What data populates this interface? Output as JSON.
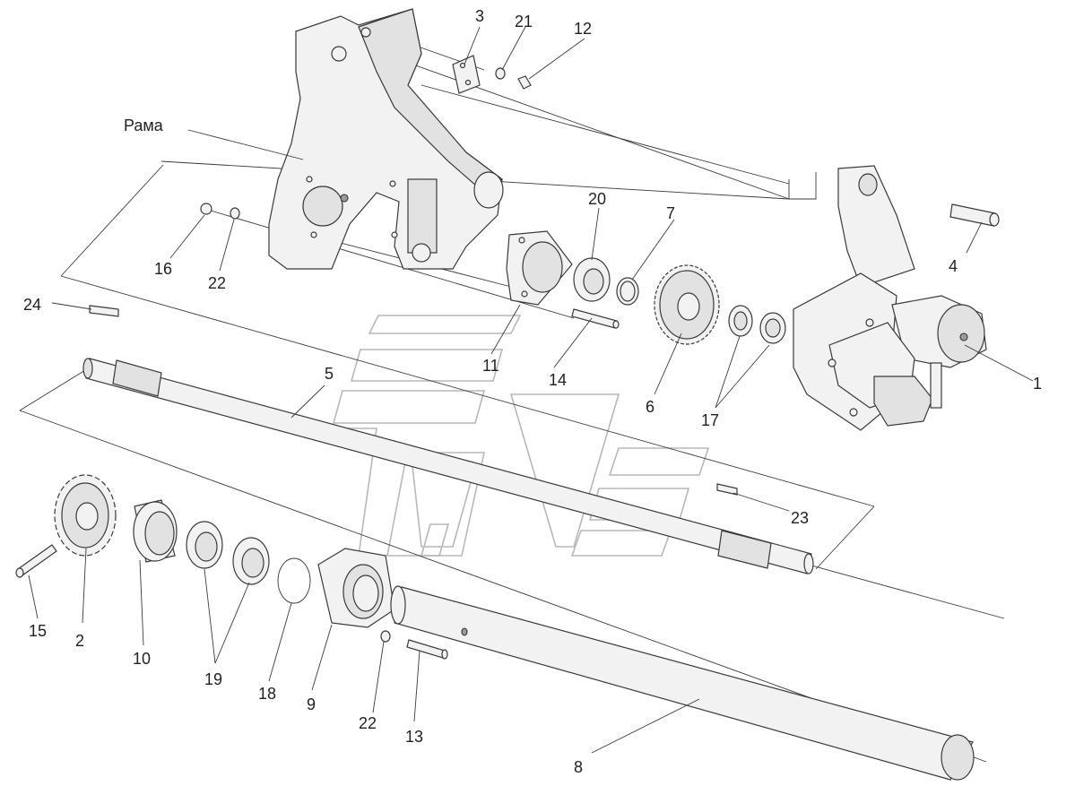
{
  "frame_label": "Рама",
  "callouts": [
    "1",
    "2",
    "3",
    "4",
    "5",
    "6",
    "7",
    "8",
    "9",
    "10",
    "11",
    "12",
    "13",
    "14",
    "15",
    "16",
    "17",
    "18",
    "19",
    "20",
    "21",
    "22",
    "22",
    "23",
    "24"
  ]
}
